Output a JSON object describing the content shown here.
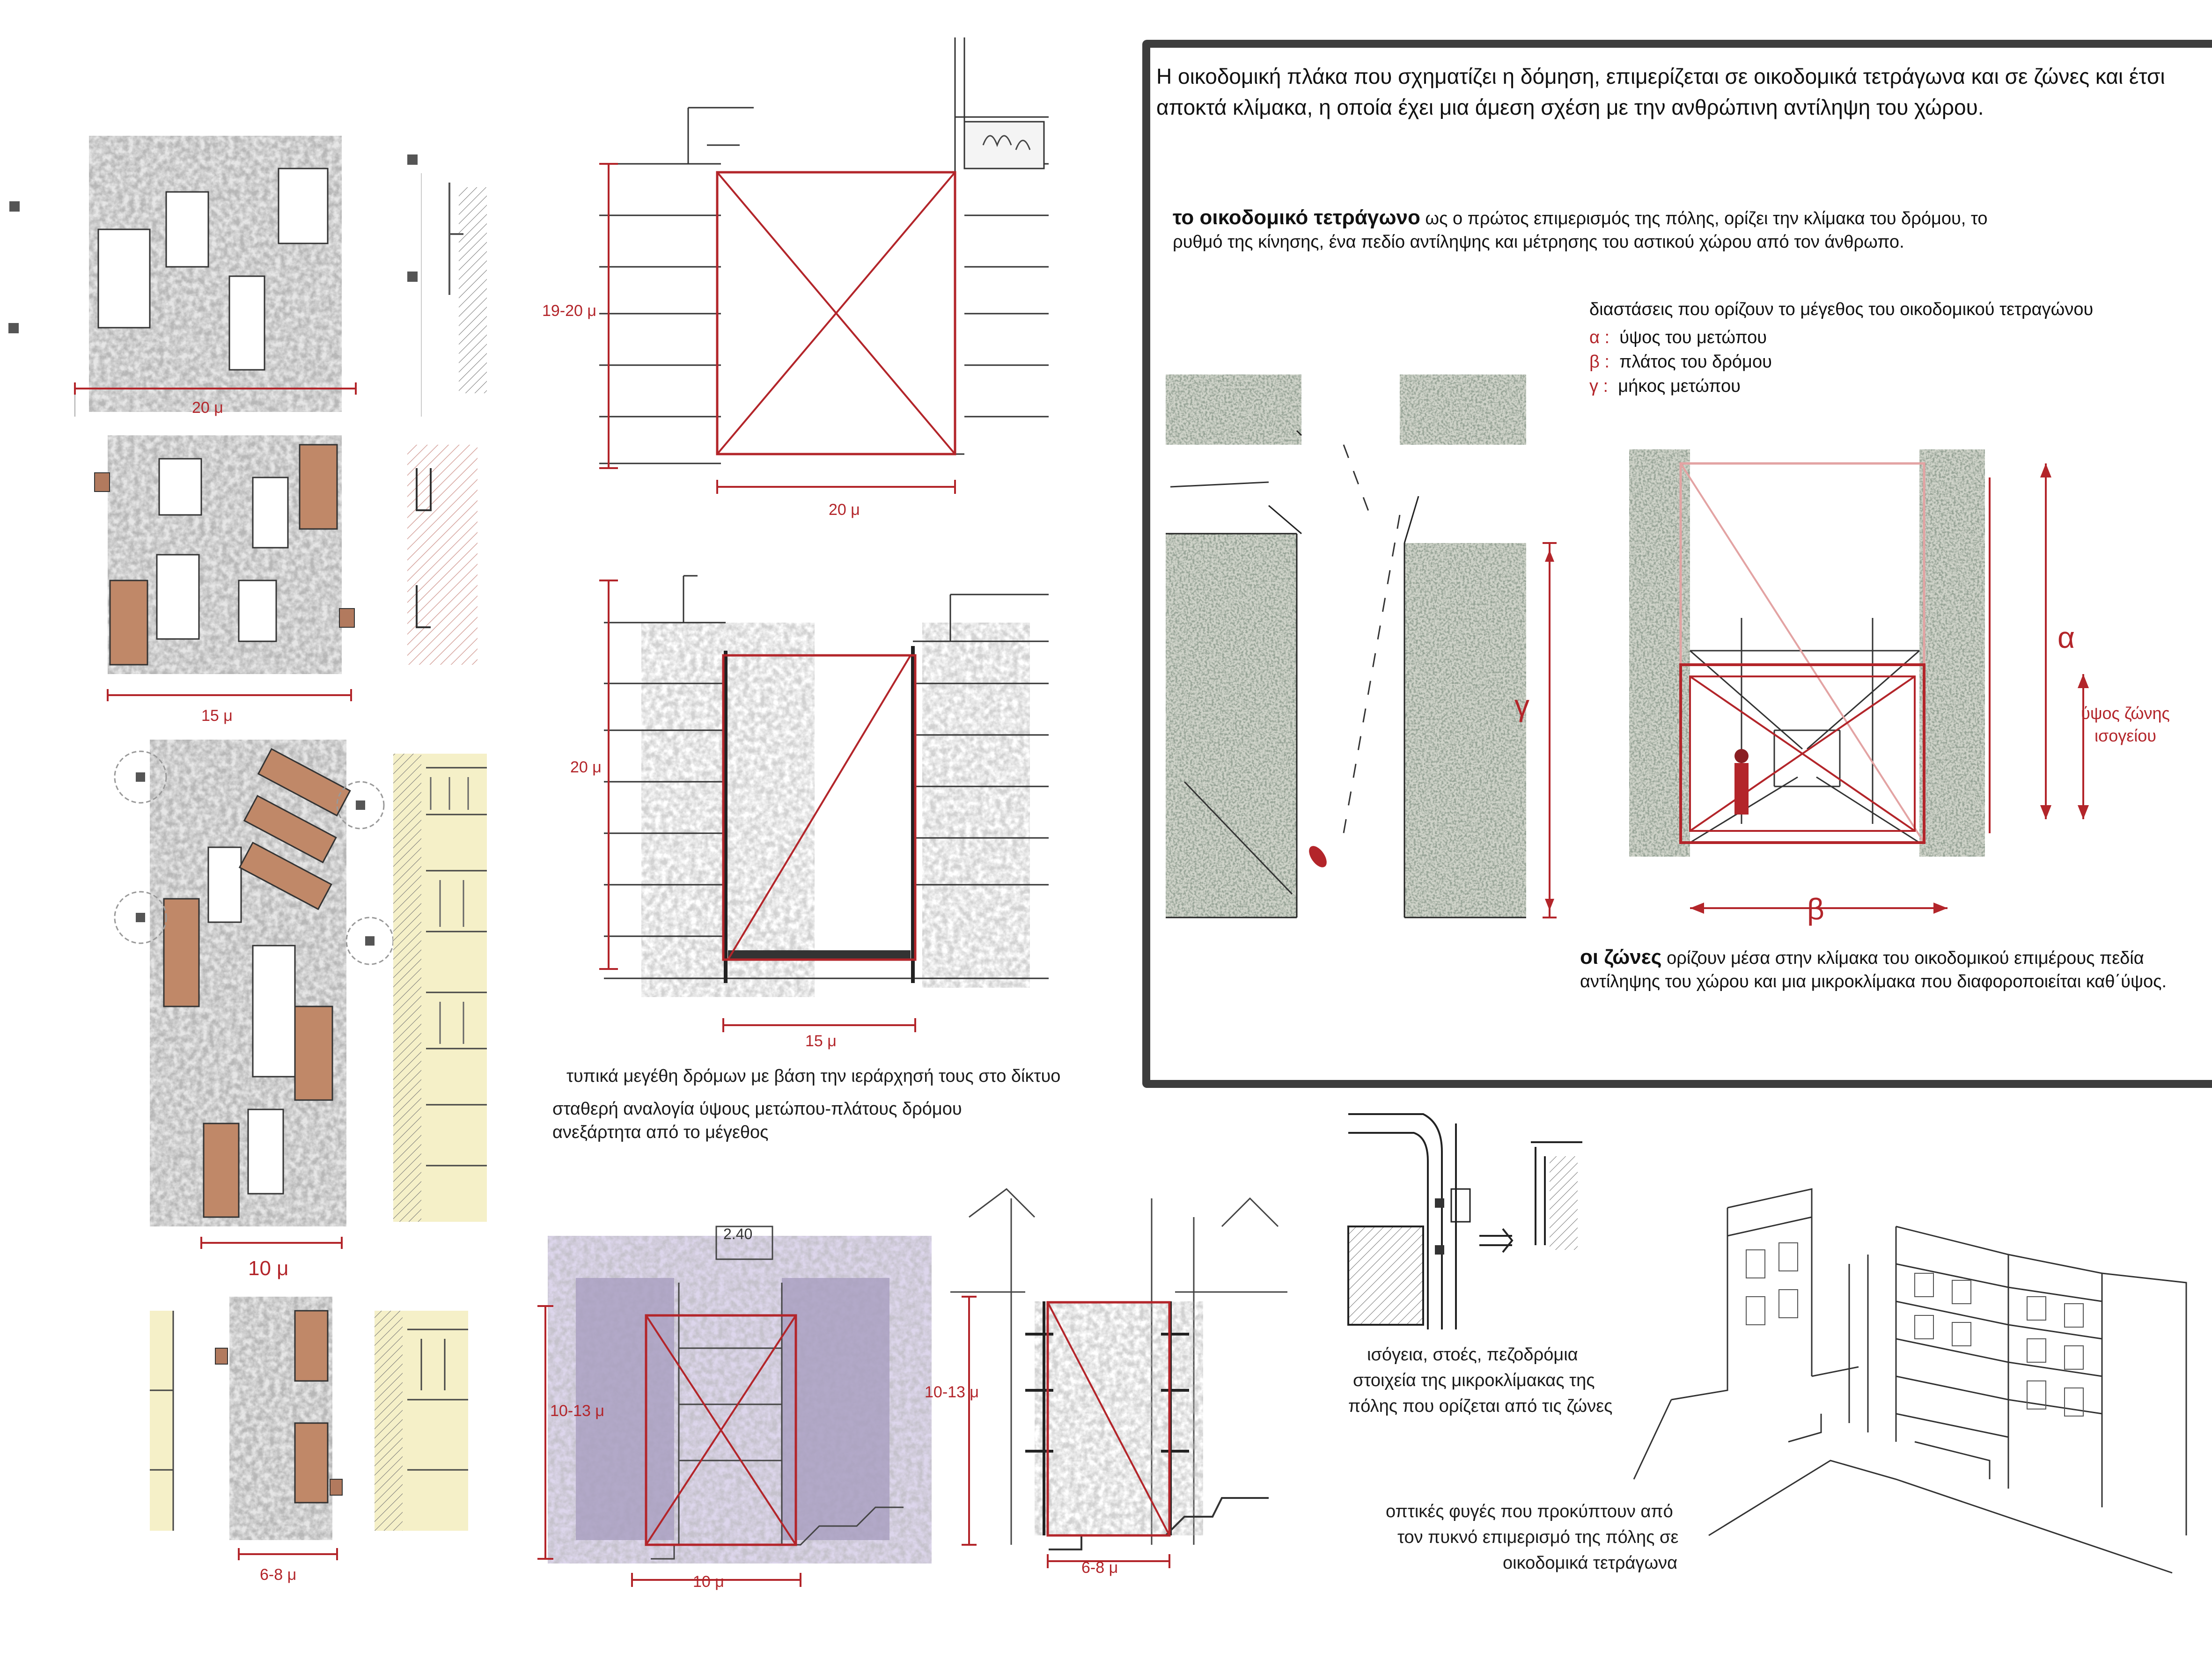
{
  "panel": {
    "intro": "Η οικοδομική πλάκα που σχηματίζει η δόμηση, επιμερίζεται σε οικοδομικά τετράγωνα και σε ζώνες και έτσι αποκτά κλίμακα, η οποία έχει μια άμεση σχέση με την ανθρώπινη αντίληψη του χώρου.",
    "block_term": "το οικοδομικό τετράγωνο",
    "block_text": "ως ο πρώτος επιμερισμός της πόλης, ορίζει την κλίμακα του δρόμου, το ρυθμό της κίνησης, ένα πεδίο αντίληψης και μέτρησης του αστικού χώρου από τον άνθρωπο.",
    "dims_title": "διαστάσεις που ορίζουν το μέγεθος του οικοδομικού τετραγώνου",
    "dims": [
      {
        "key": "α :",
        "text": "ύψος του μετώπου"
      },
      {
        "key": "β :",
        "text": "πλάτος του δρόμου"
      },
      {
        "key": "γ :",
        "text": "μήκος μετώπου"
      }
    ],
    "gamma": "γ",
    "alpha": "α",
    "beta": "β",
    "ground_zone_label": "ύψος ζώνης ισογείου",
    "zones_term": "οι ζώνες",
    "zones_text": "ορίζουν μέσα στην κλίμακα του οικοδομικού επιμέρους πεδία αντίληψης του χώρου και μια μικροκλίμακα που διαφοροποιείται καθ΄ύψος."
  },
  "plans": {
    "p1": "20 μ",
    "p2": "15 μ",
    "p3": "10 μ",
    "p4": "6-8 μ"
  },
  "sections": {
    "s1_height": "19-20 μ",
    "s1_width": "20 μ",
    "s2_height": "20 μ",
    "s2_width": "15 μ",
    "s3_height": "10-13 μ",
    "s3_width": "10 μ",
    "s3_note": "2.40",
    "s4_height": "10-13 μ",
    "s4_width": "6-8 μ"
  },
  "captions": {
    "street_sizes": "τυπικά μεγέθη δρόμων με βάση την ιεράρχησή τους στο δίκτυο",
    "ratio_1": "σταθερή αναλογία ύψους μετώπου-πλάτους δρόμου",
    "ratio_2": "ανεξάρτητα από το μέγεθος",
    "micro_1": "ισόγεια, στοές, πεζοδρόμια",
    "micro_2": "στοιχεία της μικροκλίμακας της",
    "micro_3": "πόλης που ορίζεται από τις ζώνες",
    "views_1": "οπτικές φυγές που προκύπτουν από",
    "views_2": "τον πυκνό επιμερισμό της πόλης σε",
    "views_3": "οικοδομικά τετράγωνα"
  },
  "colors": {
    "accent_red": "#b3252a",
    "panel_border": "#3d3d3d",
    "building_brown": "#c08868",
    "facade_yellow": "#efe6a8",
    "section_purple": "#c9c0de"
  }
}
